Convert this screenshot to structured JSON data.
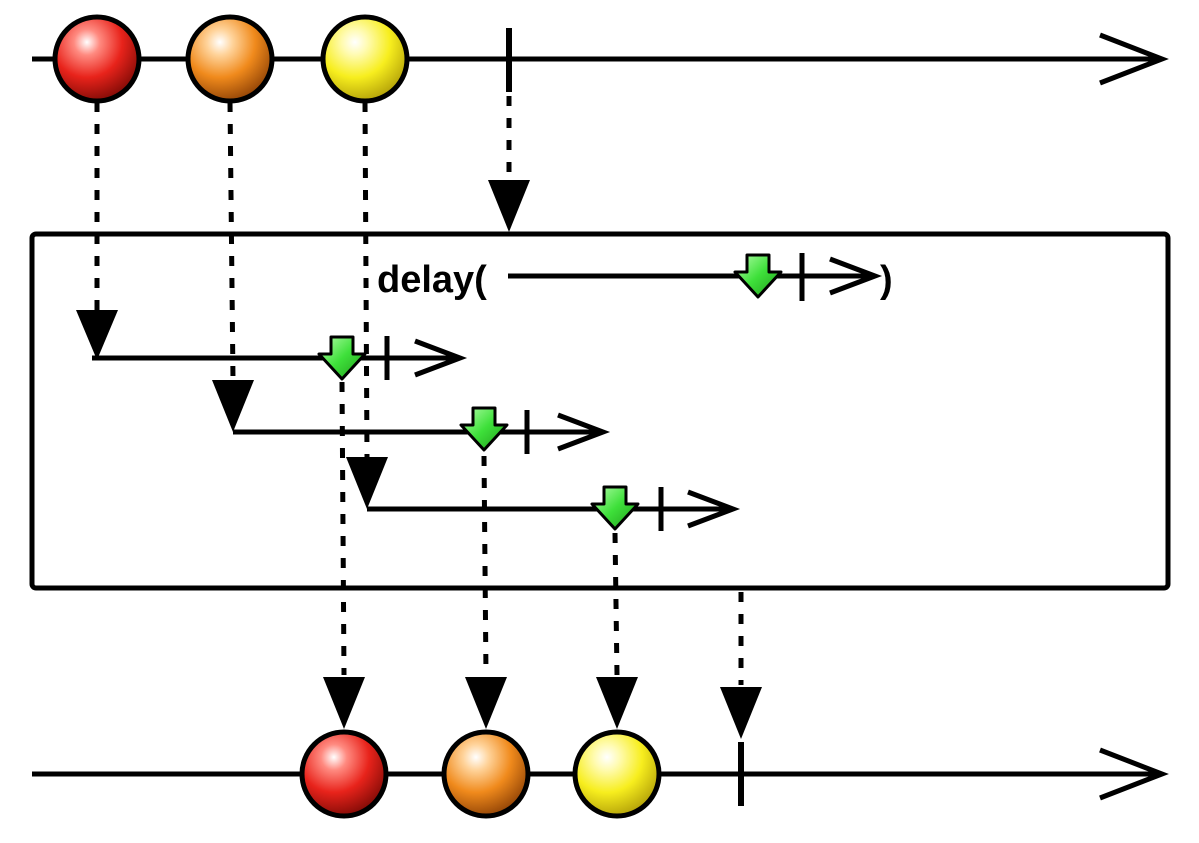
{
  "operator": {
    "name": "delay(",
    "close": ")"
  },
  "colors": {
    "red": "#e8231b",
    "orange": "#f08a1c",
    "yellow": "#f7ee1e",
    "green": "#3ee03a",
    "line": "#000000"
  },
  "source_events": [
    "red",
    "orange",
    "yellow"
  ],
  "output_events": [
    "red",
    "orange",
    "yellow"
  ],
  "icons": [
    "marble",
    "green-down-arrow",
    "completion-tick",
    "open-arrowhead",
    "triangle-arrowhead"
  ]
}
